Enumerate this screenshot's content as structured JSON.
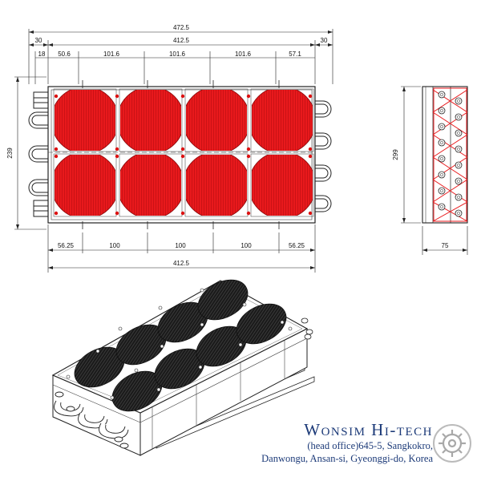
{
  "dimensions": {
    "overall_width": "472.5",
    "side_margin_left": "30",
    "core_width_top": "412.5",
    "side_margin_right": "30",
    "top_segments": [
      "18",
      "50.6",
      "101.6",
      "101.6",
      "101.6",
      "57.1"
    ],
    "overall_height": "239",
    "bottom_segments": [
      "56.25",
      "100",
      "100",
      "100",
      "56.25"
    ],
    "core_width_bottom": "412.5",
    "side_height": "299",
    "side_depth": "75"
  },
  "company": {
    "name": "Wonsim Hi-tech",
    "address_line1": "(head office)645-5,  Sangkokro,",
    "address_line2": "Danwongu, Ansan-si, Gyeonggi-do, Korea"
  },
  "colors": {
    "fan_red": "#e8191c",
    "line": "#222222",
    "company_blue": "#1c3a78"
  },
  "icons": {
    "logo": "gear-logo-icon"
  }
}
